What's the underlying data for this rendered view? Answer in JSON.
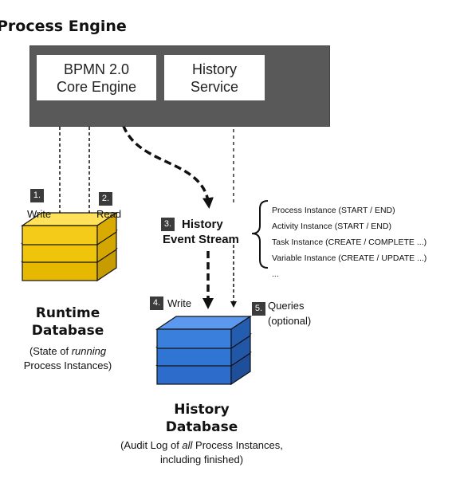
{
  "title": "Process Engine",
  "engine": {
    "core_engine_line1": "BPMN 2.0",
    "core_engine_line2": "Core Engine",
    "history_service_line1": "History",
    "history_service_line2": "Service"
  },
  "steps": {
    "write": {
      "number": "1.",
      "label": "Write"
    },
    "read": {
      "number": "2.",
      "label": "Read"
    },
    "event_stream": {
      "number": "3.",
      "label_line1": "History",
      "label_line2": "Event Stream"
    },
    "history_write": {
      "number": "4.",
      "label": "Write"
    },
    "queries": {
      "number": "5.",
      "label_line1": "Queries",
      "label_line2": "(optional)"
    }
  },
  "event_stream_items": [
    "Process Instance (START / END)",
    "Activity Instance (START / END)",
    "Task Instance (CREATE / COMPLETE ...)",
    "Variable Instance (CREATE / UPDATE ...)",
    "..."
  ],
  "runtime_db": {
    "name_line1": "Runtime",
    "name_line2": "Database",
    "caption_line1_prefix": "(State of ",
    "caption_line1_emph": "running",
    "caption_line2": "Process Instances)",
    "color": "#f2c40f"
  },
  "history_db": {
    "name_line1": "History",
    "name_line2": "Database",
    "caption_line1_prefix": "(Audit Log of ",
    "caption_line1_emph": "all",
    "caption_line1_suffix": " Process Instances,",
    "caption_line2": "including finished)",
    "color": "#2f6fcf"
  },
  "colors": {
    "engine_bg": "#595959",
    "badge_bg": "#3b3b3b",
    "arrow": "#111111"
  }
}
